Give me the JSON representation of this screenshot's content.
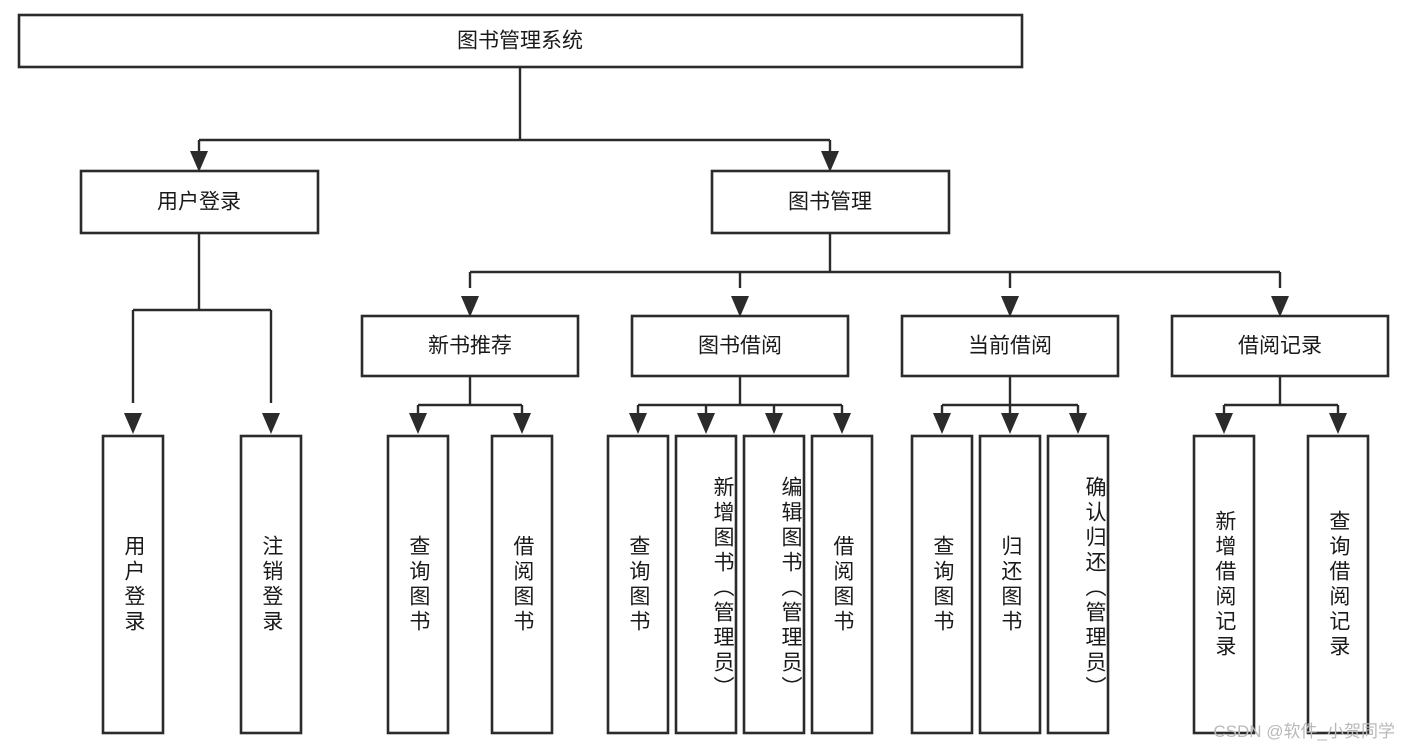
{
  "diagram": {
    "title_node": {
      "label": "图书管理系统"
    },
    "level2": [
      {
        "id": "user-login",
        "label": "用户登录"
      },
      {
        "id": "book-management",
        "label": "图书管理"
      }
    ],
    "level3": [
      {
        "id": "new-book-recommend",
        "label": "新书推荐"
      },
      {
        "id": "book-borrow",
        "label": "图书借阅"
      },
      {
        "id": "current-borrow",
        "label": "当前借阅"
      },
      {
        "id": "borrow-record",
        "label": "借阅记录"
      }
    ],
    "leaves": {
      "user_login": [
        {
          "id": "leaf-user-login",
          "label": "用户登录"
        },
        {
          "id": "leaf-logout-login",
          "label": "注销登录"
        }
      ],
      "new_book_recommend": [
        {
          "id": "leaf-query-book-1",
          "label": "查询图书"
        },
        {
          "id": "leaf-borrow-book-1",
          "label": "借阅图书"
        }
      ],
      "book_borrow": [
        {
          "id": "leaf-query-book-2",
          "label": "查询图书"
        },
        {
          "id": "leaf-add-book",
          "label": "新增图书（管理员）"
        },
        {
          "id": "leaf-edit-book",
          "label": "编辑图书（管理员）"
        },
        {
          "id": "leaf-borrow-book-2",
          "label": "借阅图书"
        }
      ],
      "current_borrow": [
        {
          "id": "leaf-query-book-3",
          "label": "查询图书"
        },
        {
          "id": "leaf-return-book",
          "label": "归还图书"
        },
        {
          "id": "leaf-confirm-return",
          "label": "确认归还（管理员）"
        }
      ],
      "borrow_record": [
        {
          "id": "leaf-add-record",
          "label": "新增借阅记录"
        },
        {
          "id": "leaf-query-record",
          "label": "查询借阅记录"
        }
      ]
    },
    "watermark": {
      "text": "CSDN @软件_小贺同学"
    },
    "colors": {
      "stroke": "#2b2b2b",
      "fill": "#ffffff",
      "text": "#1a1a1a",
      "watermark": "#b9b9b9"
    }
  }
}
